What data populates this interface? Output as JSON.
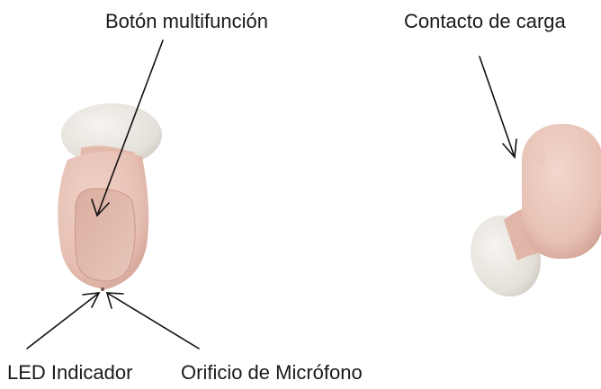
{
  "labels": {
    "multifunction_button": "Botón multifunción",
    "charging_contact": "Contacto de carga",
    "led_indicator": "LED Indicador",
    "microphone_hole": "Orificio de Micrófono"
  },
  "colors": {
    "earbud_body": "#e8c2b6",
    "earbud_shadow": "#d9ab9d",
    "ear_tip": "#ebe7e1",
    "arrow": "#111111",
    "text": "#1a1a1a"
  },
  "illustration": {
    "front_view": "earbud-front-view",
    "side_view": "earbud-side-view"
  }
}
